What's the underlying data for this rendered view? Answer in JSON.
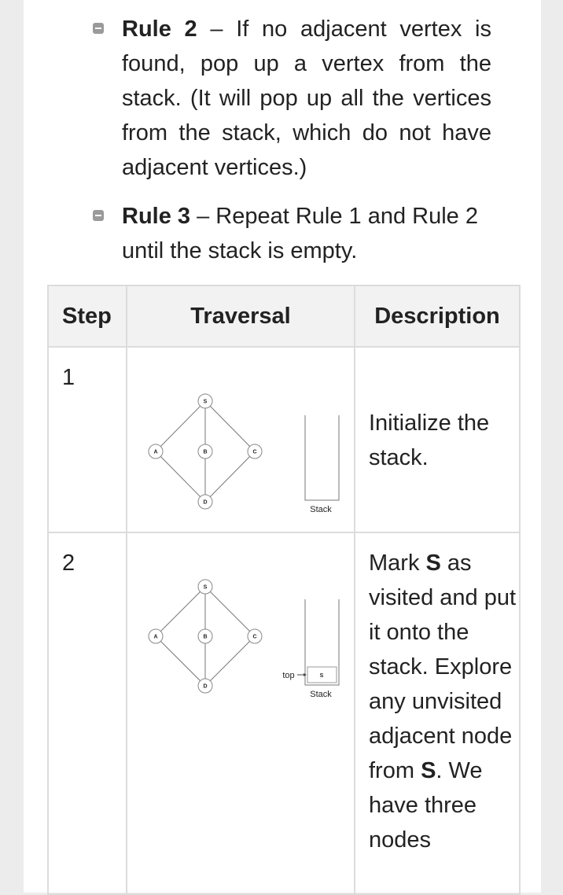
{
  "rules": [
    {
      "title": "Rule 2",
      "text": " – If no adjacent vertex is found, pop up a vertex from the stack. (It will pop up all the vertices from the stack, which do not have adjacent vertices.)"
    },
    {
      "title": "Rule 3",
      "text": " – Repeat Rule 1 and Rule 2 until the stack is empty."
    }
  ],
  "table": {
    "headers": [
      "Step",
      "Traversal",
      "Description"
    ],
    "rows": [
      {
        "step": "1",
        "graph": {
          "nodes": [
            "S",
            "A",
            "B",
            "C",
            "D"
          ],
          "stack_label": "Stack",
          "top_label": "",
          "stack_items": []
        },
        "description": "Initialize the stack."
      },
      {
        "step": "2",
        "graph": {
          "nodes": [
            "S",
            "A",
            "B",
            "C",
            "D"
          ],
          "stack_label": "Stack",
          "top_label": "top",
          "stack_items": [
            "S"
          ]
        },
        "description_parts": [
          "Mark ",
          "S",
          " as visited and put it onto the stack. Explore any unvisited adjacent node from ",
          "S",
          ". We have three nodes"
        ]
      }
    ]
  }
}
